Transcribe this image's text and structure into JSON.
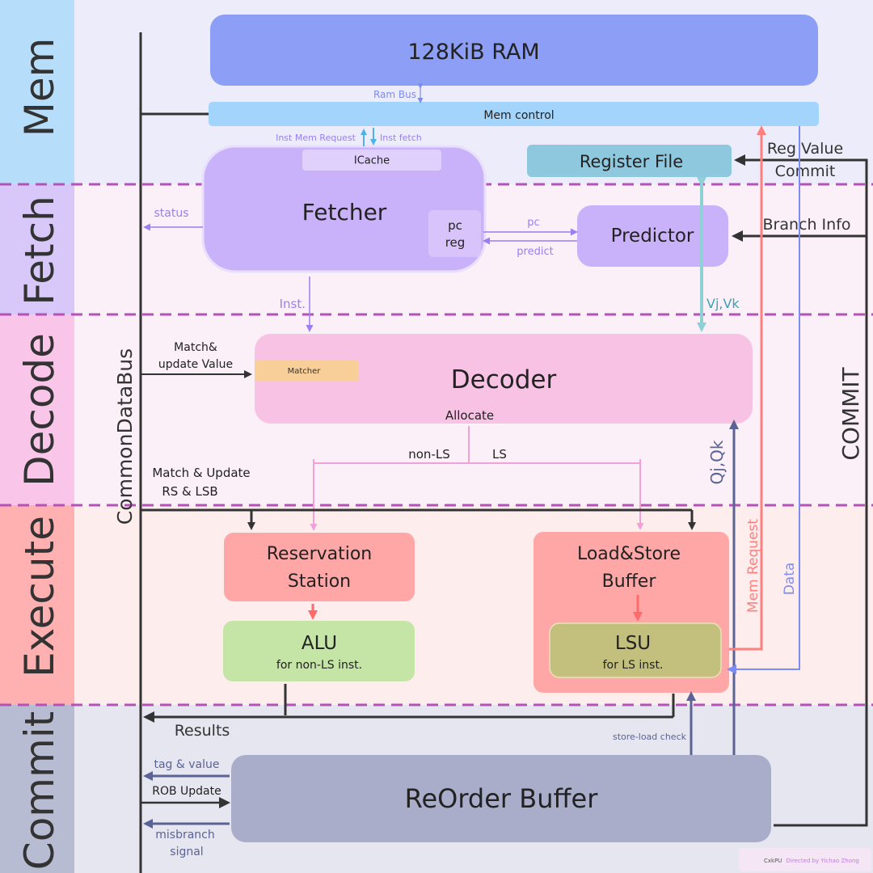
{
  "stages": {
    "mem": "Mem",
    "fetch": "Fetch",
    "decode": "Decode",
    "execute": "Execute",
    "commit": "Commit"
  },
  "blocks": {
    "ram": "128KiB RAM",
    "mem_control": "Mem control",
    "icache": "ICache",
    "fetcher": "Fetcher",
    "pc_reg_line1": "pc",
    "pc_reg_line2": "reg",
    "register_file": "Register File",
    "predictor": "Predictor",
    "decoder": "Decoder",
    "matcher": "Matcher",
    "allocate": "Allocate",
    "rs_line1": "Reservation",
    "rs_line2": "Station",
    "lsb_line1": "Load&Store",
    "lsb_line2": "Buffer",
    "alu": "ALU",
    "alu_sub": "for non-LS inst.",
    "lsu": "LSU",
    "lsu_sub": "for LS inst.",
    "rob": "ReOrder Buffer"
  },
  "labels": {
    "cdb": "CommonDataBus",
    "commit": "COMMIT",
    "ram_bus": "Ram Bus",
    "inst_mem_request": "Inst Mem Request",
    "inst_fetch": "Inst fetch",
    "status": "status",
    "pc": "pc",
    "predict": "predict",
    "reg_value": "Reg Value",
    "reg_commit": "Commit",
    "branch_info": "Branch Info",
    "inst": "Inst.",
    "vj_vk": "Vj,Vk",
    "match_update_line1": "Match&",
    "match_update_line2": "update Value",
    "non_ls": "non-LS",
    "ls": "LS",
    "qj_qk": "Qj,Qk",
    "match_rs_line1": "Match & Update",
    "match_rs_line2": "RS & LSB",
    "mem_request": "Mem Request",
    "data": "Data",
    "results": "Results",
    "store_load_check": "store-load check",
    "tag_value": "tag & value",
    "rob_update": "ROB Update",
    "misbranch_line1": "misbranch",
    "misbranch_line2": "signal",
    "footer_project": "CxkPU",
    "footer_credit": "Directed by Yichao Zhong"
  },
  "colors": {
    "mem_band": "#ECECFB",
    "fetch_band": "#FBEFF8",
    "decode_band": "#FBEFF8",
    "execute_band": "#FDEDED",
    "commit_band": "#E6E6F0",
    "ram": "#8C9EF5",
    "mem_control": "#A3D4FB",
    "fetcher": "#C9B2FA",
    "register_file": "#8EC8DE",
    "decoder": "#F7C2E4",
    "matcher": "#F8CE99",
    "rs": "#FFA6A6",
    "alu": "#C5E5A6",
    "lsu": "#C3C07D",
    "rob": "#A9ADC9",
    "bus": "#333333",
    "stage_divider": "#B552B8"
  }
}
